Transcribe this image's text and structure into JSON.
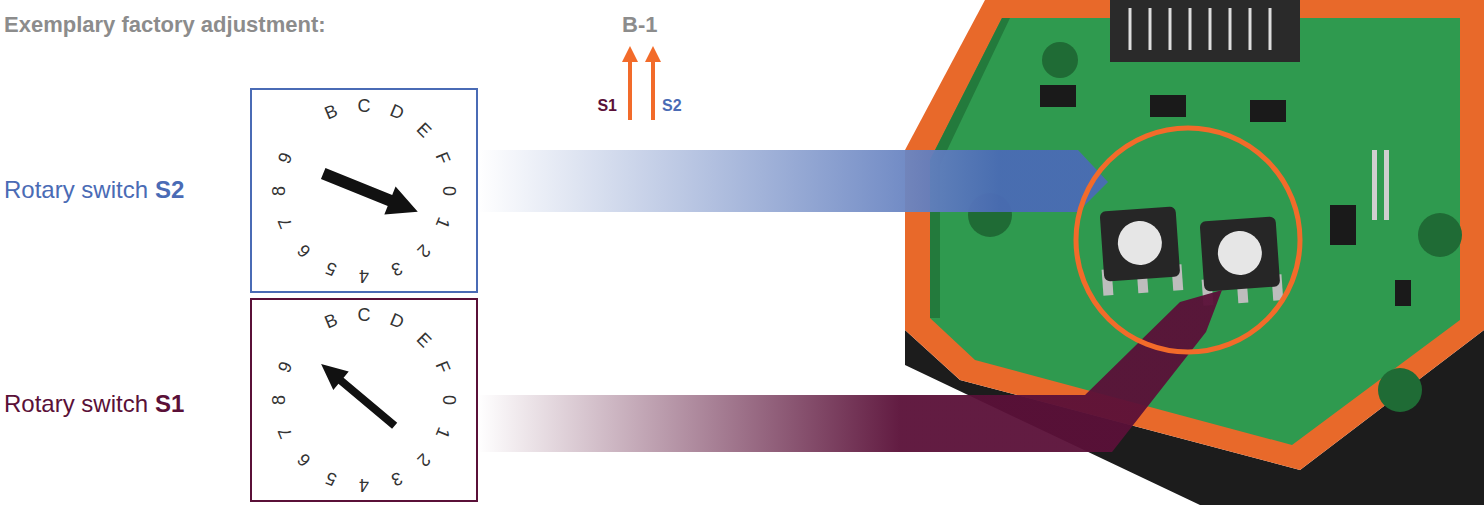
{
  "diagram": {
    "title": "Exemplary factory adjustment:",
    "nodes": [
      {
        "text": [
          "B",
          "C",
          "D",
          "E",
          "F",
          "0",
          "1",
          "2",
          "3",
          "4",
          "5",
          "6",
          "7",
          "8",
          "9"
        ]
      },
      {
        "text": [
          "B",
          "C",
          "D",
          "E",
          "F",
          "0",
          "1",
          "2",
          "3",
          "4",
          "5",
          "6",
          "7",
          "8",
          "9"
        ]
      }
    ],
    "labels": [
      "B-1",
      "S1",
      "S2",
      "Rotary switch",
      "S2",
      "Rotary switch",
      "S1"
    ]
  }
}
